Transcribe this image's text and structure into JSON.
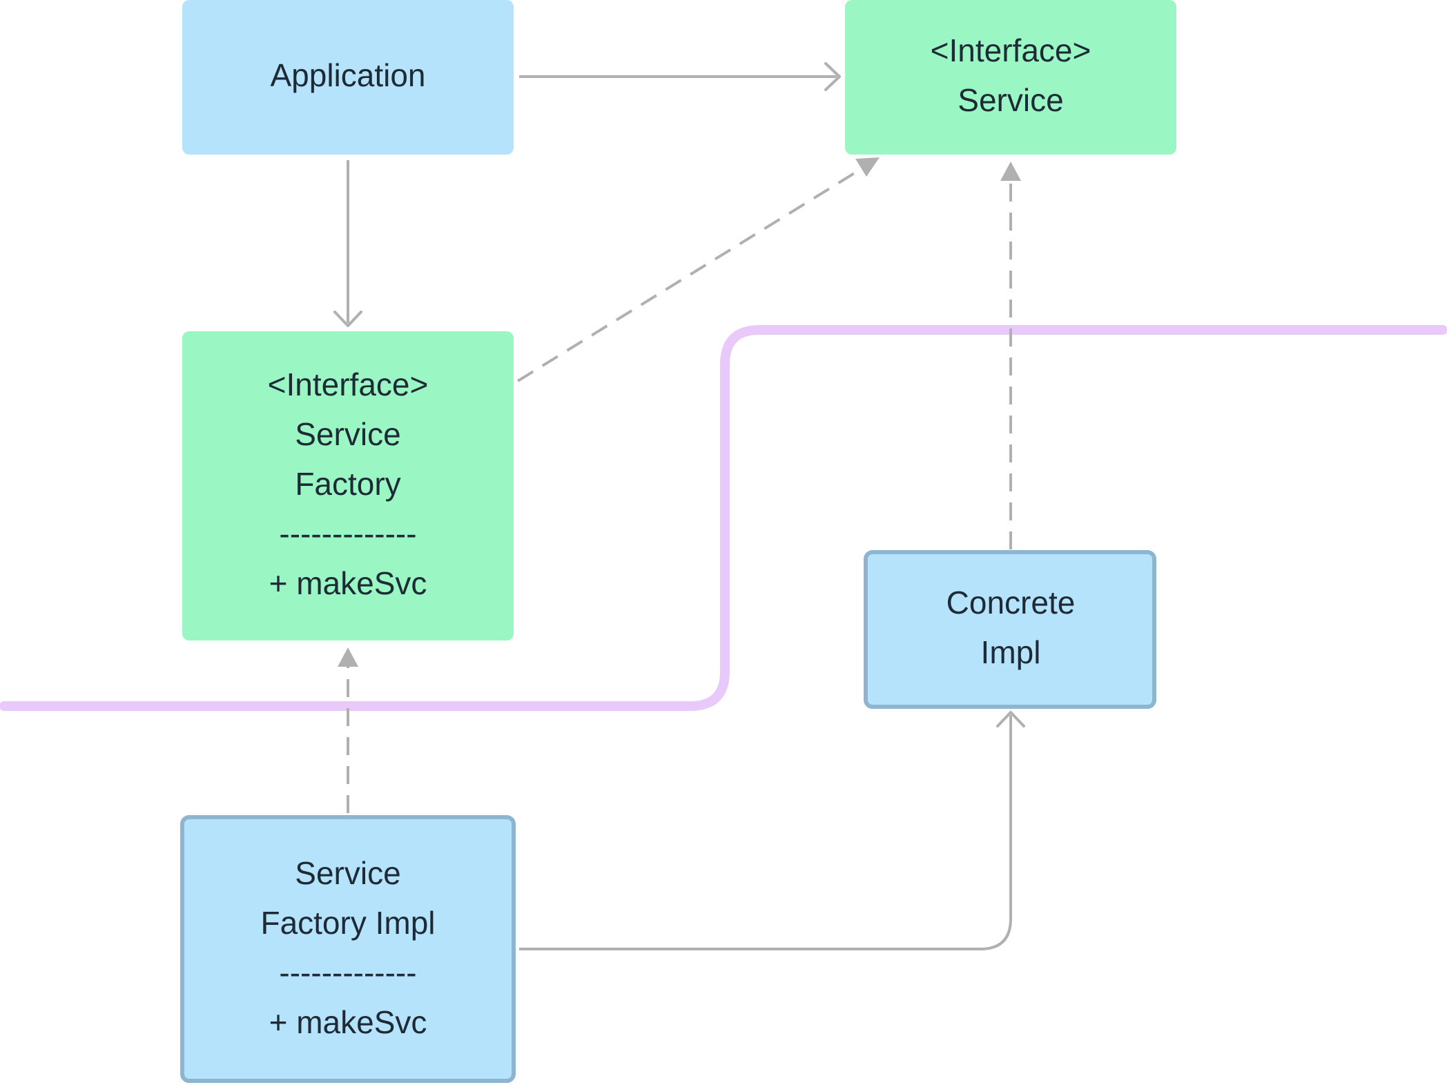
{
  "colors": {
    "interface_fill": "#9af7c4",
    "class_fill": "#b5e3fc",
    "class_border": "#8db5cf",
    "arrow": "#b0b0b0",
    "boundary": "#e8c9fa",
    "text": "#1e2a36"
  },
  "nodes": {
    "application": {
      "lines": [
        "Application"
      ]
    },
    "service_interface": {
      "lines": [
        "<Interface>",
        "Service"
      ]
    },
    "service_factory_interface": {
      "lines": [
        "<Interface>",
        "Service",
        "Factory",
        "-------------",
        "+ makeSvc"
      ]
    },
    "concrete_impl": {
      "lines": [
        "Concrete",
        "Impl"
      ]
    },
    "service_factory_impl": {
      "lines": [
        "Service",
        "Factory Impl",
        "-------------",
        "+ makeSvc"
      ]
    }
  },
  "edges": [
    {
      "from": "application",
      "to": "service_interface",
      "style": "solid",
      "head": "open"
    },
    {
      "from": "application",
      "to": "service_factory_interface",
      "style": "solid",
      "head": "open"
    },
    {
      "from": "service_factory_interface",
      "to": "service_interface",
      "style": "dashed",
      "head": "triangle"
    },
    {
      "from": "concrete_impl",
      "to": "service_interface",
      "style": "dashed",
      "head": "triangle"
    },
    {
      "from": "service_factory_impl",
      "to": "service_factory_interface",
      "style": "dashed",
      "head": "triangle"
    },
    {
      "from": "service_factory_impl",
      "to": "concrete_impl",
      "style": "solid",
      "head": "open"
    }
  ]
}
